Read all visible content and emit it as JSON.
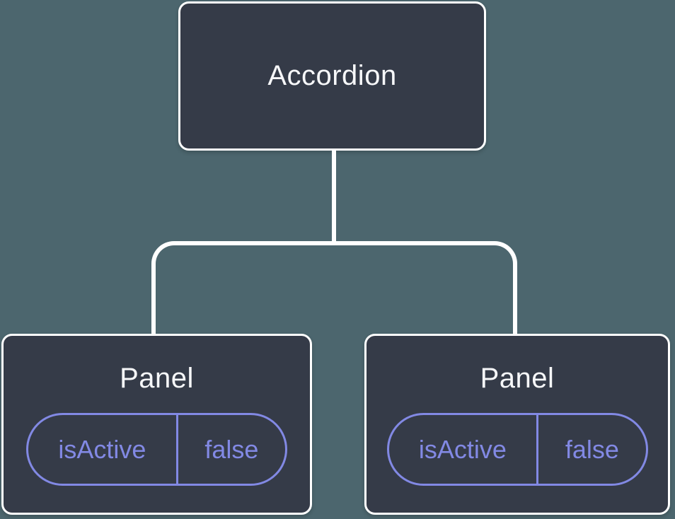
{
  "colors": {
    "background": "#4c666e",
    "node_fill": "#353b48",
    "line": "#ffffff",
    "text": "#f6f7f9",
    "state_accent": "#8289e4"
  },
  "tree": {
    "root": {
      "label": "Accordion"
    },
    "children": [
      {
        "label": "Panel",
        "state": {
          "name": "isActive",
          "value": "false"
        }
      },
      {
        "label": "Panel",
        "state": {
          "name": "isActive",
          "value": "false"
        }
      }
    ]
  }
}
